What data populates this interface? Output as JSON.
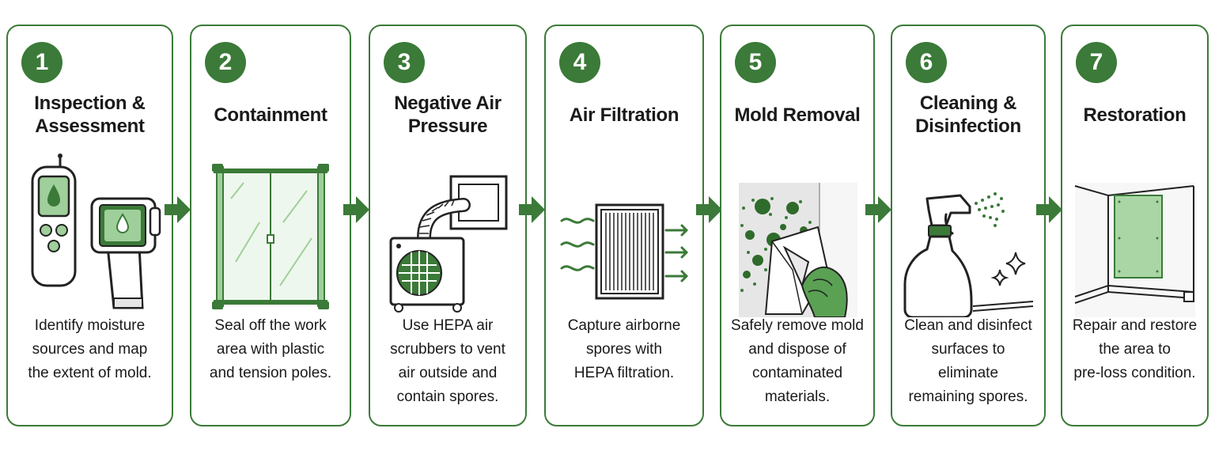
{
  "colors": {
    "accent": "#3b7a38",
    "light_green": "#9fcf9a",
    "text": "#1a1a1a"
  },
  "steps": [
    {
      "number": "1",
      "title": "Inspection &\nAssessment",
      "description": "Identify moisture\nsources and map\nthe extent of mold.",
      "icon": "moisture-meter-and-thermal-camera-icon"
    },
    {
      "number": "2",
      "title": "Containment",
      "description": "Seal off the work\narea with plastic\nand tension poles.",
      "icon": "plastic-barrier-with-poles-icon"
    },
    {
      "number": "3",
      "title": "Negative Air\nPressure",
      "description": "Use HEPA air\nscrubbers to vent\nair outside and\ncontain spores.",
      "icon": "air-scrubber-with-duct-icon"
    },
    {
      "number": "4",
      "title": "Air Filtration",
      "description": "Capture airborne\nspores with\nHEPA filtration.",
      "icon": "hepa-filter-icon"
    },
    {
      "number": "5",
      "title": "Mold Removal",
      "description": "Safely remove mold\nand dispose of\ncontaminated\nmaterials.",
      "icon": "gloved-hand-scraping-mold-icon"
    },
    {
      "number": "6",
      "title": "Cleaning &\nDisinfection",
      "description": "Clean and disinfect\nsurfaces to\neliminate\nremaining spores.",
      "icon": "spray-bottle-icon"
    },
    {
      "number": "7",
      "title": "Restoration",
      "description": "Repair and restore\nthe area to\npre-loss condition.",
      "icon": "restored-wall-panel-icon"
    }
  ]
}
